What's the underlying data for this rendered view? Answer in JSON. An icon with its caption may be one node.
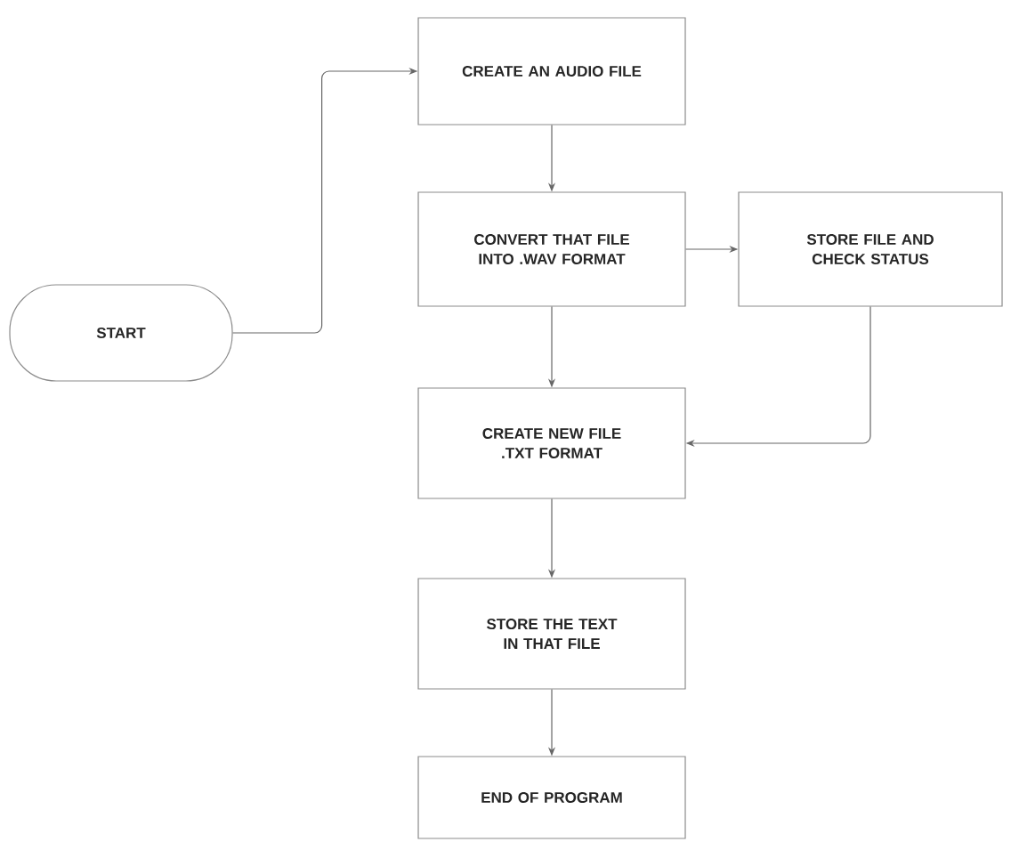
{
  "diagram": {
    "nodes": [
      {
        "text": [
          "START"
        ]
      },
      {
        "text": [
          "CREATE AN AUDIO FILE"
        ]
      },
      {
        "text": [
          "CONVERT THAT FILE INTO .WAV FORMAT"
        ]
      },
      {
        "text": [
          "STORE FILE AND CHECK STATUS"
        ]
      },
      {
        "text": [
          "CREATE NEW FILE .TXT FORMAT"
        ]
      },
      {
        "text": [
          "STORE THE TEXT IN THAT FILE"
        ]
      },
      {
        "text": [
          "END OF PROGRAM"
        ]
      }
    ],
    "edges": [
      {
        "from": 0,
        "to": 1,
        "arrow": "to"
      },
      {
        "from": 1,
        "to": 2,
        "arrow": "to"
      },
      {
        "from": 2,
        "to": 3,
        "arrow": "to"
      },
      {
        "from": 2,
        "to": 4,
        "arrow": "to"
      },
      {
        "from": 3,
        "to": 4,
        "arrow": "to"
      },
      {
        "from": 4,
        "to": 5,
        "arrow": "to"
      },
      {
        "from": 5,
        "to": 6,
        "arrow": "to"
      }
    ]
  }
}
